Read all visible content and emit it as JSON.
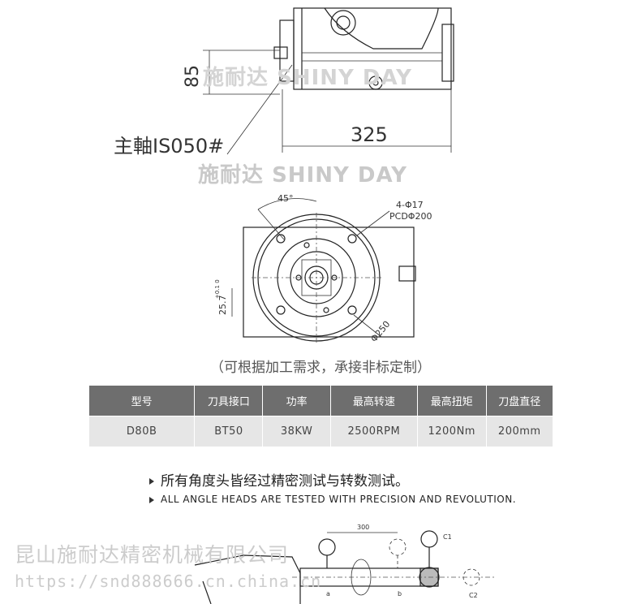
{
  "drawing_top": {
    "dimension_height": "85",
    "dimension_width": "325",
    "spindle_label": "主軸IS050#",
    "watermark_en": "SHINY DAY",
    "watermark_cn": "施耐达"
  },
  "drawing_side": {
    "angle_label": "45°",
    "holes_label": "4-Φ17",
    "pcd_label": "PCDΦ200",
    "key_label": "25.7",
    "key_tolerance": "+0.1\n0",
    "diameter_label": "Φ250"
  },
  "caption": "（可根据加工需求，承接非标定制）",
  "spec_table": {
    "headers": [
      "型号",
      "刀具接口",
      "功率",
      "最高转速",
      "最高扭矩",
      "刀盘直径"
    ],
    "rows": [
      [
        "D80B",
        "BT50",
        "38KW",
        "2500RPM",
        "1200Nm",
        "200mm"
      ]
    ]
  },
  "notes": {
    "cn": "所有角度头皆经过精密测试与转数测试。",
    "en": "ALL ANGLE HEADS ARE TESTED WITH PRECISION AND REVOLUTION."
  },
  "drawing_bottom": {
    "dimension": "300",
    "label_c1": "C1",
    "label_c2": "C2",
    "label_a": "a",
    "label_b": "b"
  },
  "watermarks": {
    "company": "昆山施耐达精密机械有限公司",
    "url": "https://snd888666.cn.china.cn"
  }
}
